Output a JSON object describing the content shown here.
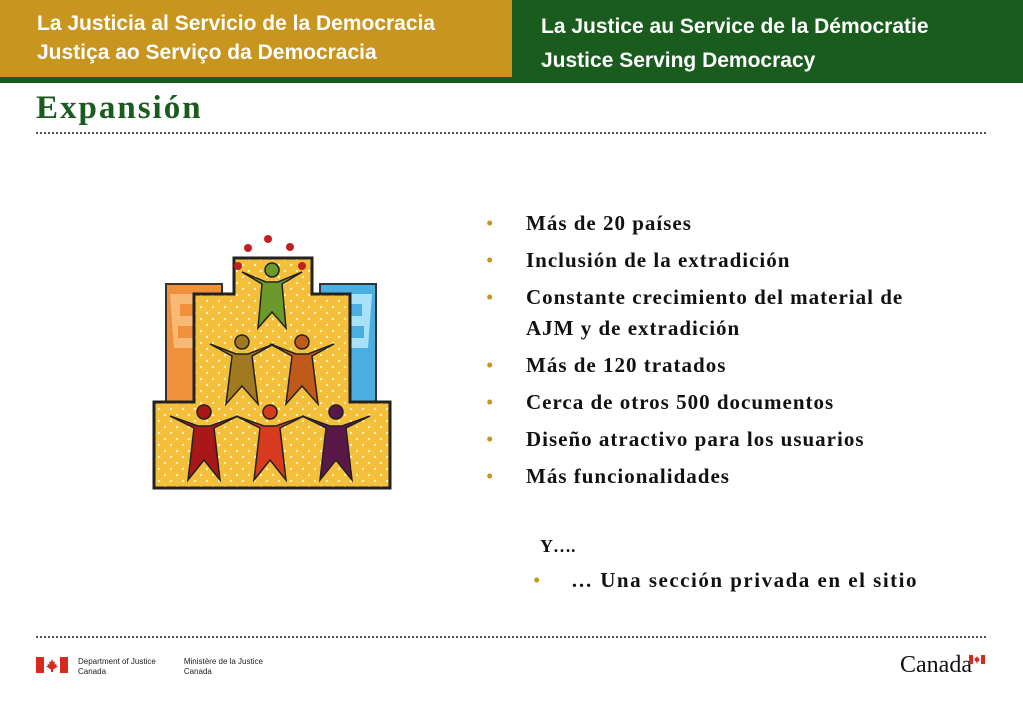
{
  "header": {
    "left_line1": "La Justicia al Servicio de la Democracia",
    "left_line2": "Justiça ao Serviço da Democracia",
    "right_line1": "La Justice au Service de la Démocratie",
    "right_line2": "Justice Serving Democracy"
  },
  "title": "Expansión",
  "bullets": [
    "Más de 20 países",
    "Inclusión de la extradición",
    "Constante crecimiento del material de AJM y de extradición",
    "Más de 120 tratados",
    "Cerca de otros 500 documentos",
    "Diseño atractivo para los usuarios",
    "Más funcionalidades"
  ],
  "followup": {
    "label": "Y….",
    "item": "… Una sección privada en el sitio"
  },
  "footer": {
    "dept_en_1": "Department of Justice",
    "dept_en_2": "Canada",
    "dept_fr_1": "Ministère de la Justice",
    "dept_fr_2": "Canada",
    "wordmark": "Canada"
  },
  "colors": {
    "gold": "#c8961e",
    "green": "#1a5c1e"
  }
}
